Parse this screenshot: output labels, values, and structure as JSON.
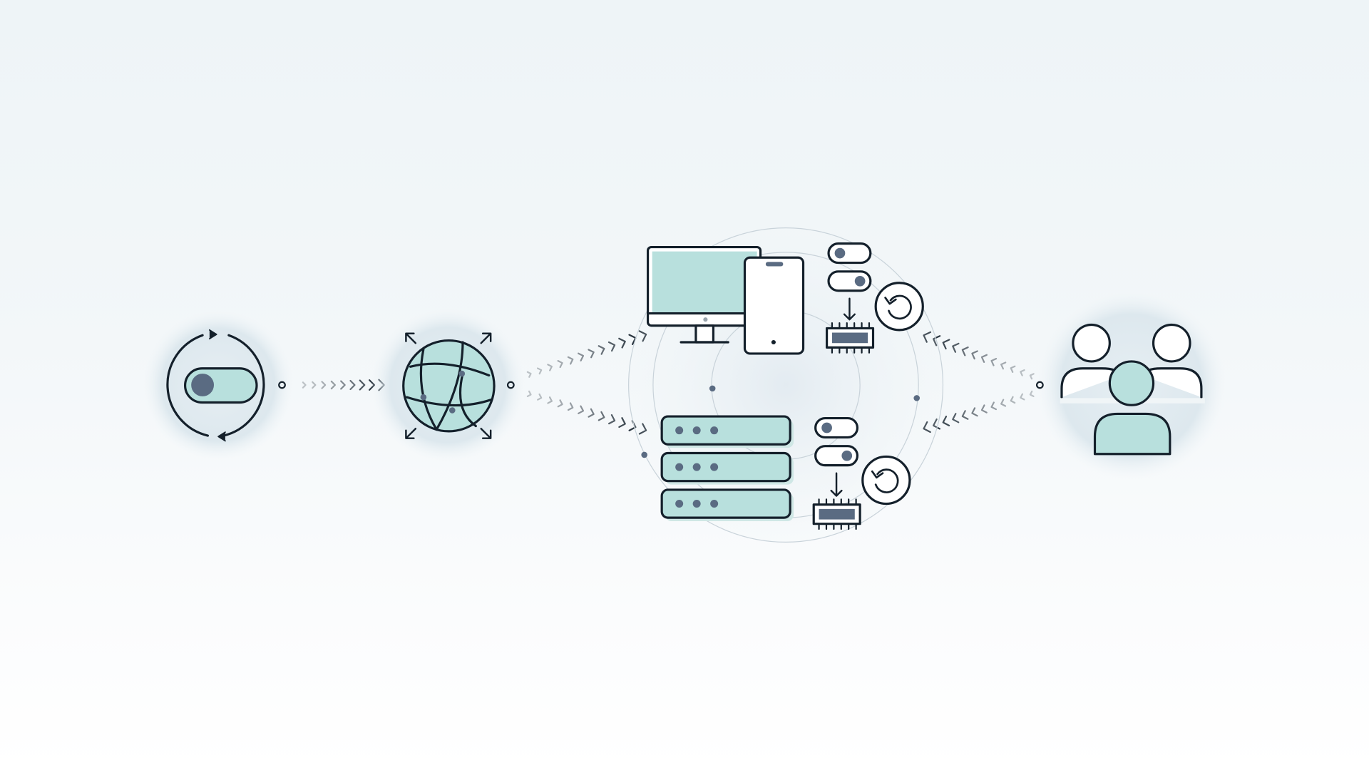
{
  "colors": {
    "stroke": "#14202b",
    "teal_fill": "#b8e0dd",
    "knob": "#5a6b82",
    "halo": "#dfe9ef",
    "orbit": "#c9d3da",
    "background_top": "#eef4f7",
    "background_bottom": "#ffffff"
  },
  "nodes": [
    {
      "id": "toggle-cycle",
      "icon": "toggle-cycle-icon"
    },
    {
      "id": "globe",
      "icon": "globe-expand-icon"
    },
    {
      "id": "devices-hub",
      "icon": "devices-icon",
      "children": [
        "monitor-icon",
        "phone-icon",
        "server-stack-icon",
        "toggle-switch-icon",
        "chip-icon",
        "refresh-icon"
      ]
    },
    {
      "id": "users",
      "icon": "users-group-icon"
    }
  ]
}
